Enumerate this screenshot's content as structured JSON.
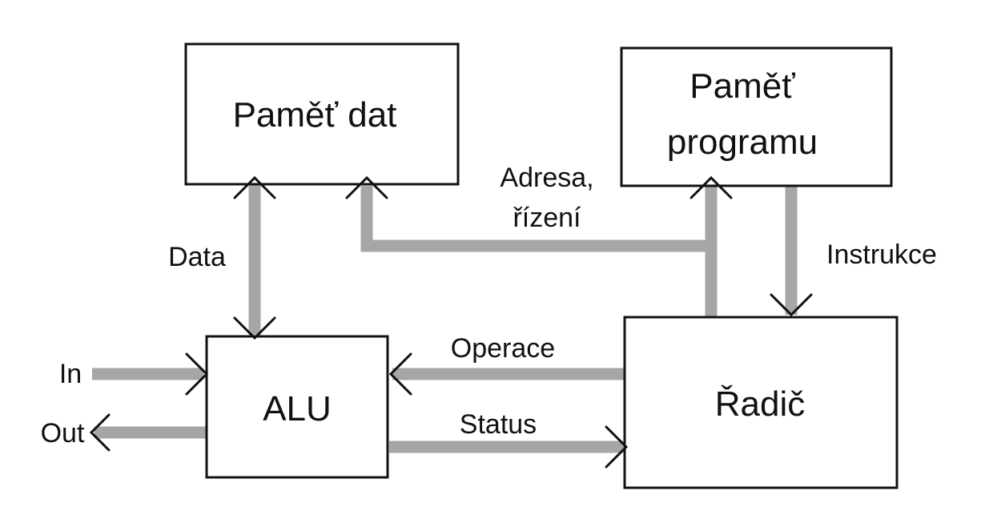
{
  "blocks": {
    "data_memory": {
      "label": "Paměť dat"
    },
    "program_memory": {
      "line1": "Paměť",
      "line2": "programu"
    },
    "alu": {
      "label": "ALU"
    },
    "controller": {
      "label": "Řadič"
    }
  },
  "buses": {
    "data": {
      "label": "Data"
    },
    "address": {
      "line1": "Adresa,",
      "line2": "řízení"
    },
    "instructions": {
      "label": "Instrukce"
    },
    "operation": {
      "label": "Operace"
    },
    "status": {
      "label": "Status"
    },
    "input": {
      "label": "In"
    },
    "output": {
      "label": "Out"
    }
  },
  "colors": {
    "bus": "#a6a6a6",
    "outline": "#111111",
    "background": "#ffffff"
  }
}
